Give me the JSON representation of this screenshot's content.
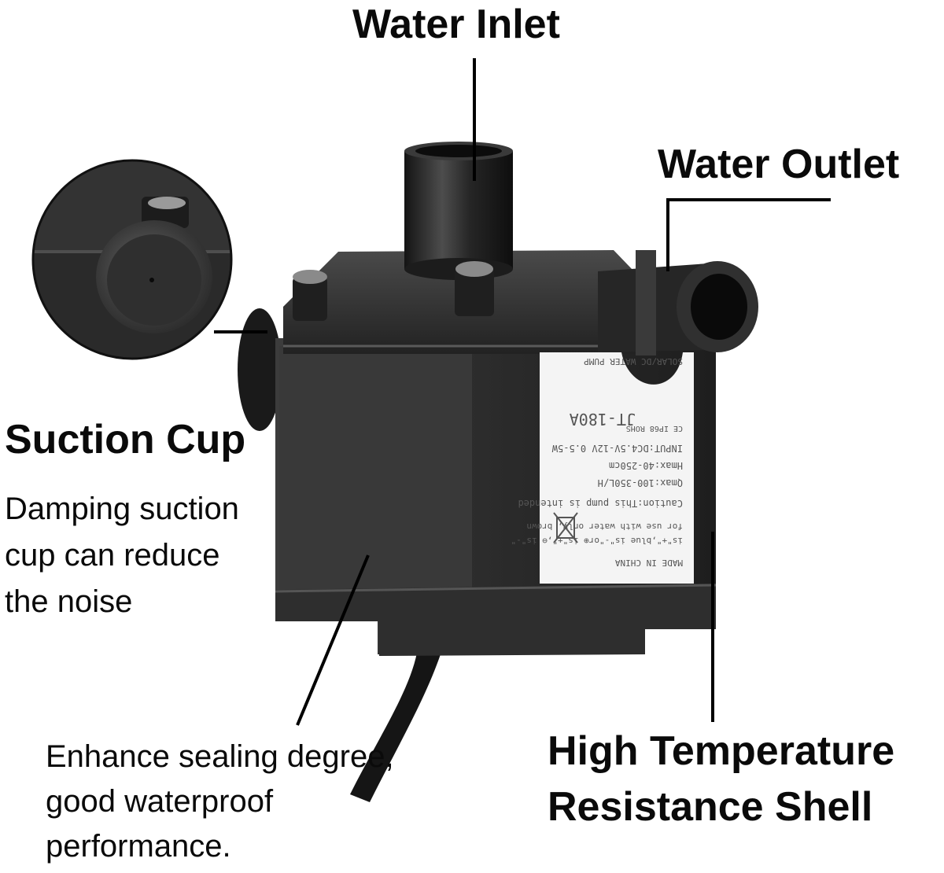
{
  "labels": {
    "water_inlet": "Water Inlet",
    "water_outlet": "Water Outlet",
    "suction_cup": "Suction Cup",
    "suction_cup_desc": [
      "Damping suction",
      "cup can reduce",
      "the noise"
    ],
    "sealing_desc": [
      "Enhance sealing degree,",
      "good waterproof",
      "performance."
    ],
    "shell": [
      "High Temperature",
      "Resistance Shell"
    ]
  },
  "nameplate": {
    "lines": [
      "MADE IN CHINA",
      "is\"+\",blue is\"-\"or⊕ is\"+\",⊖ is\"-\"",
      "for use with water only, brown",
      "Caution:This pump is intended",
      "Qmax:100-350L/H",
      "Hmax:40-250cm",
      "INPUT:DC4.5V-12V 0.5-5W",
      "CE IP68  ROHS",
      "JT-180A",
      "SOLAR/DC WATER PUMP"
    ]
  },
  "colors": {
    "background": "#ffffff",
    "text": "#0a0a0a",
    "pump_body": "#2a2a2a",
    "pump_highlight": "#5a5a5a",
    "label_plate": "#f4f4f4"
  },
  "icons": {
    "weee": "crossed-bin-icon"
  }
}
